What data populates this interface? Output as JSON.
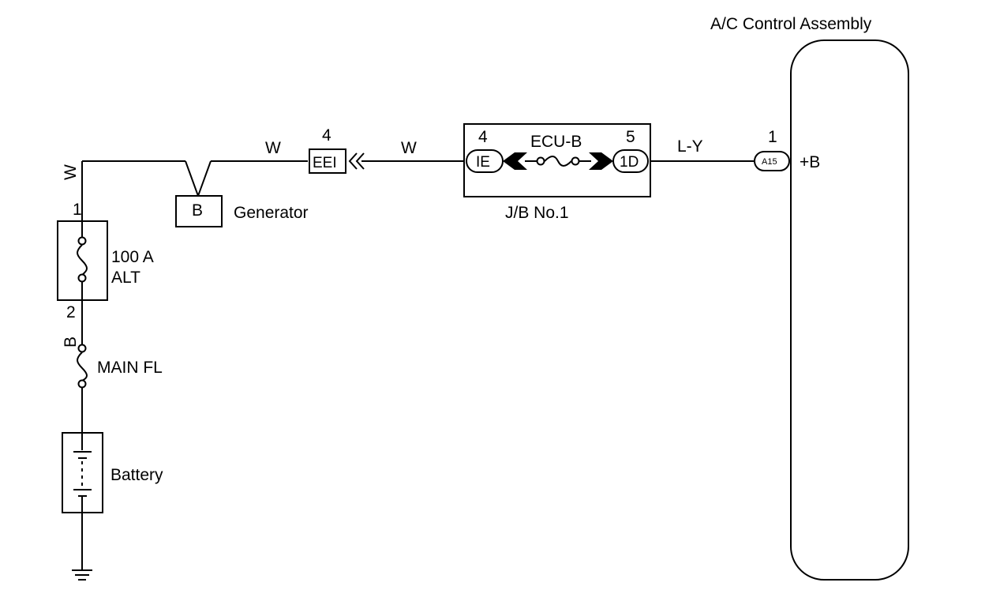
{
  "assembly_title": "A/C Control Assembly",
  "generator": {
    "label": "Generator",
    "terminal": "B"
  },
  "fusible_link": {
    "rating": "100 A",
    "name": "ALT",
    "pin_top": "1",
    "pin_bottom": "2"
  },
  "main_fl": {
    "label": "MAIN FL"
  },
  "battery": {
    "label": "Battery"
  },
  "wires": {
    "left_vertical_top": "W",
    "left_vertical_bottom": "B",
    "to_connector": "W",
    "to_jb": "W",
    "jb_to_assembly": "L-Y"
  },
  "connector_eei": {
    "label": "EEI",
    "pin": "4"
  },
  "junction_block": {
    "name": "J/B No.1",
    "fuse": "ECU-B",
    "left_connector": {
      "label": "IE",
      "pin": "4"
    },
    "right_connector": {
      "label": "1D",
      "pin": "5"
    }
  },
  "assembly_connector": {
    "label": "A15",
    "pin": "1",
    "terminal": "+B"
  }
}
